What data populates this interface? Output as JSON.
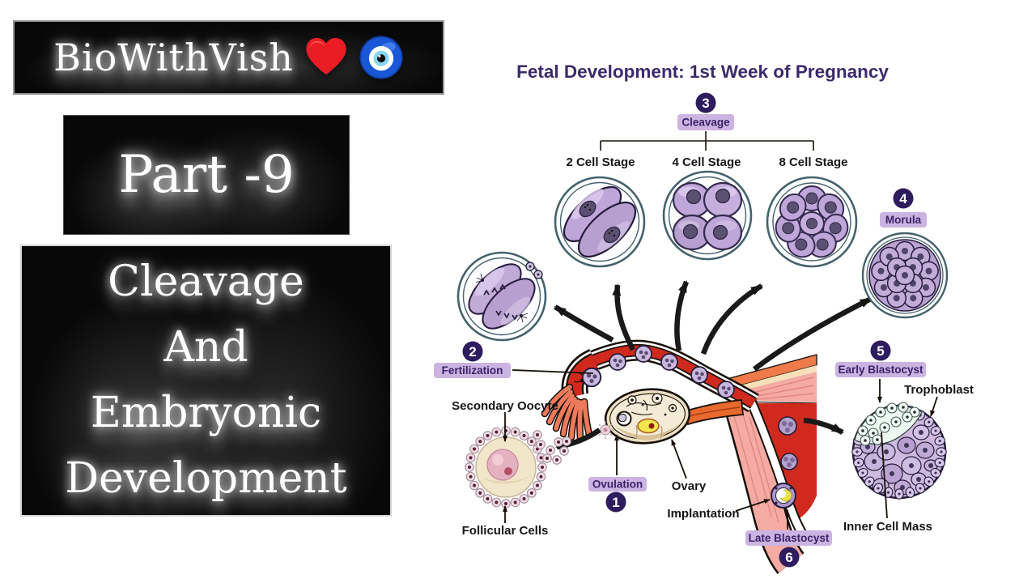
{
  "left_panel": {
    "channel_name": "BioWithVish",
    "icons": [
      "heart-icon",
      "nazar-amulet-icon"
    ],
    "part_label": "Part -9",
    "title_lines": [
      "Cleavage",
      "And",
      "Embryonic",
      "Development"
    ]
  },
  "diagram": {
    "title": "Fetal Development: 1st Week of Pregnancy",
    "steps": [
      {
        "number": "1",
        "label": "Ovulation"
      },
      {
        "number": "2",
        "label": "Fertilization"
      },
      {
        "number": "3",
        "label": "Cleavage"
      },
      {
        "number": "4",
        "label": "Morula"
      },
      {
        "number": "5",
        "label": "Early Blastocyst"
      },
      {
        "number": "6",
        "label": "Late Blastocyst"
      }
    ],
    "cleavage_stages": [
      "2 Cell Stage",
      "4 Cell Stage",
      "8 Cell Stage"
    ],
    "annotations": {
      "secondary_oocyte": "Secondary Oocyte",
      "follicular_cells": "Follicular Cells",
      "ovary": "Ovary",
      "implantation": "Implantation",
      "trophoblast": "Trophoblast",
      "inner_cell_mass": "Inner Cell Mass"
    },
    "colors": {
      "title_text": "#3B2A6B",
      "label_box": "#CBB3E2",
      "label_text": "#3A2366",
      "badge": "#2E1C5E",
      "badge_text": "#FFFFFF",
      "annotation_text": "#161616",
      "cell_purple": "#BFA6D8",
      "tube_red": "#CF2A1D",
      "muscle_pink": "#F5AAA4"
    }
  }
}
